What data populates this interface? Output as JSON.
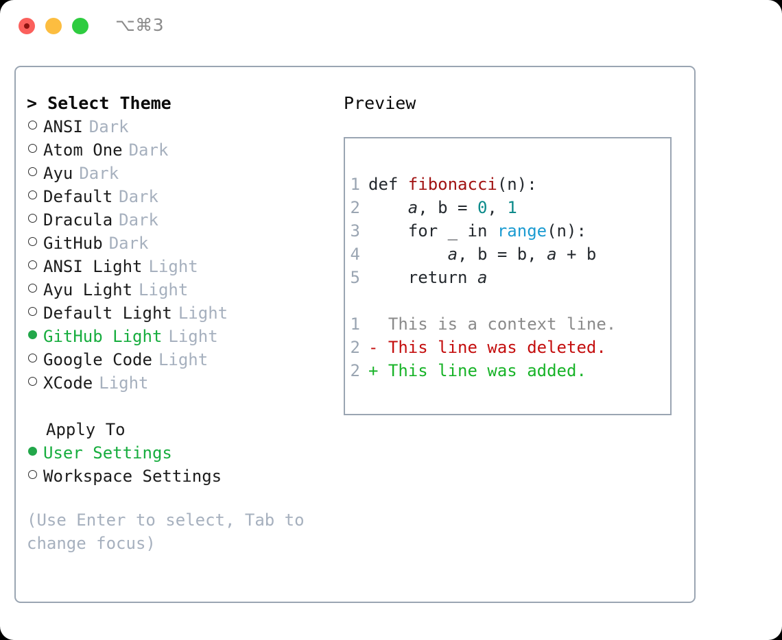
{
  "titlebar": {
    "shortcut": "⌥⌘3",
    "buttons": [
      {
        "name": "close",
        "color": "#FB605C"
      },
      {
        "name": "minimize",
        "color": "#FCBD40"
      },
      {
        "name": "maximize",
        "color": "#2ECC40"
      }
    ]
  },
  "theme_picker": {
    "header": "> Select Theme",
    "items": [
      {
        "label": "ANSI",
        "tag": "Dark",
        "selected": false
      },
      {
        "label": "Atom One",
        "tag": "Dark",
        "selected": false
      },
      {
        "label": "Ayu",
        "tag": "Dark",
        "selected": false
      },
      {
        "label": "Default",
        "tag": "Dark",
        "selected": false
      },
      {
        "label": "Dracula",
        "tag": "Dark",
        "selected": false
      },
      {
        "label": "GitHub",
        "tag": "Dark",
        "selected": false
      },
      {
        "label": "ANSI Light",
        "tag": "Light",
        "selected": false
      },
      {
        "label": "Ayu Light",
        "tag": "Light",
        "selected": false
      },
      {
        "label": "Default Light",
        "tag": "Light",
        "selected": false
      },
      {
        "label": "GitHub Light",
        "tag": "Light",
        "selected": true
      },
      {
        "label": "Google Code",
        "tag": "Light",
        "selected": false
      },
      {
        "label": "XCode",
        "tag": "Light",
        "selected": false
      }
    ]
  },
  "apply_to": {
    "header": "Apply To",
    "items": [
      {
        "label": "User Settings",
        "selected": true
      },
      {
        "label": "Workspace Settings",
        "selected": false
      }
    ]
  },
  "hint": "(Use Enter to select, Tab to change focus)",
  "preview": {
    "title": "Preview",
    "code_lines": [
      {
        "n": "1",
        "tokens": [
          {
            "t": "def ",
            "cls": "tok-plain"
          },
          {
            "t": "fibonacci",
            "cls": "tok-fn"
          },
          {
            "t": "(n):",
            "cls": "tok-plain"
          }
        ]
      },
      {
        "n": "2",
        "tokens": [
          {
            "t": "    ",
            "cls": "tok-plain"
          },
          {
            "t": "a",
            "cls": "tok-var"
          },
          {
            "t": ", ",
            "cls": "tok-plain"
          },
          {
            "t": "b",
            "cls": "tok-plain"
          },
          {
            "t": " = ",
            "cls": "tok-plain"
          },
          {
            "t": "0",
            "cls": "tok-num"
          },
          {
            "t": ", ",
            "cls": "tok-plain"
          },
          {
            "t": "1",
            "cls": "tok-num"
          }
        ]
      },
      {
        "n": "3",
        "tokens": [
          {
            "t": "    for _ in ",
            "cls": "tok-plain"
          },
          {
            "t": "range",
            "cls": "tok-builtin"
          },
          {
            "t": "(n):",
            "cls": "tok-plain"
          }
        ]
      },
      {
        "n": "4",
        "tokens": [
          {
            "t": "        ",
            "cls": "tok-plain"
          },
          {
            "t": "a",
            "cls": "tok-var"
          },
          {
            "t": ", b = b, ",
            "cls": "tok-plain"
          },
          {
            "t": "a",
            "cls": "tok-var"
          },
          {
            "t": " + b",
            "cls": "tok-plain"
          }
        ]
      },
      {
        "n": "5",
        "tokens": [
          {
            "t": "    return ",
            "cls": "tok-plain"
          },
          {
            "t": "a",
            "cls": "tok-var"
          }
        ]
      }
    ],
    "diff_lines": [
      {
        "n": "1",
        "marker": "  ",
        "text": "This is a context line.",
        "cls": "diff-context"
      },
      {
        "n": "2",
        "marker": "- ",
        "text": "This line was deleted.",
        "cls": "diff-del"
      },
      {
        "n": "2",
        "marker": "+ ",
        "text": "This line was added.",
        "cls": "diff-add"
      }
    ]
  },
  "colors": {
    "accent_green": "#17AD3E",
    "border": "#9AA5B2",
    "muted": "#A6B0BE",
    "diff_add": "#18B328",
    "diff_del": "#C40E0E",
    "token_function": "#A11212",
    "token_number": "#0B8A8A",
    "token_builtin": "#1B9BD1"
  }
}
